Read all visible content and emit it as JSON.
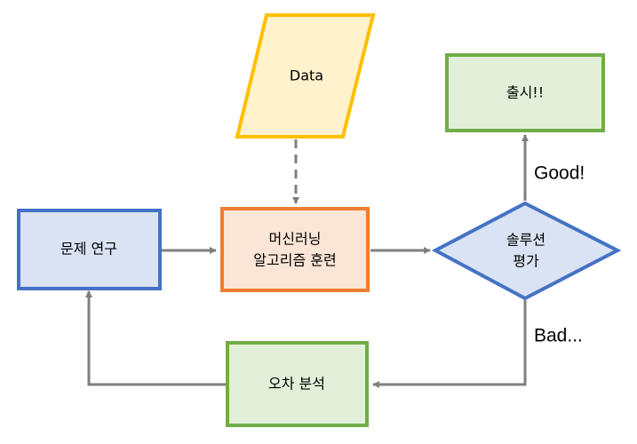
{
  "diagram": {
    "nodes": {
      "problem_study": {
        "label": "문제 연구"
      },
      "data": {
        "label": "Data"
      },
      "ml_training": {
        "line1": "머신러닝",
        "line2": "알고리즘 훈련"
      },
      "evaluate": {
        "line1": "솔루션",
        "line2": "평가"
      },
      "launch": {
        "label": "출시!!"
      },
      "error_analysis": {
        "label": "오차 분석"
      }
    },
    "edges": {
      "good": "Good!",
      "bad": "Bad..."
    }
  },
  "colors": {
    "blue_border": "#4472C4",
    "blue_fill": "#DAE3F3",
    "orange_border": "#ED7D31",
    "orange_fill": "#FBE5D6",
    "yellow_border": "#FFC000",
    "yellow_fill": "#FFF2CC",
    "green_border": "#70AD47",
    "green_fill": "#E2F0D9",
    "connector": "#7F7F7F"
  }
}
